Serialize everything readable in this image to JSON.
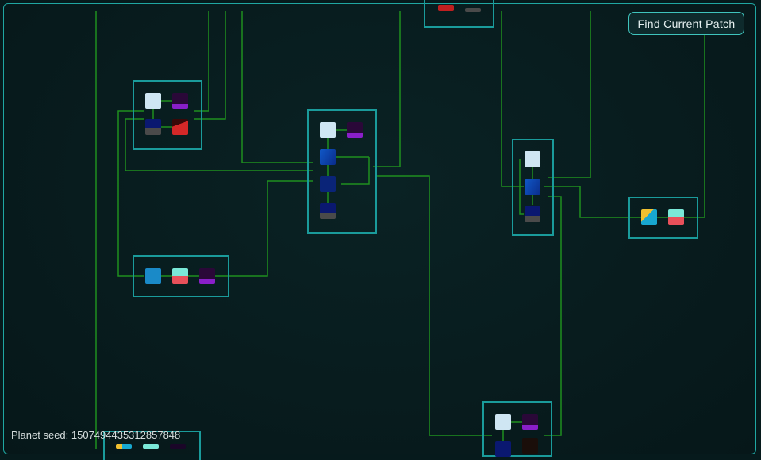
{
  "buttons": {
    "find_current_patch": "Find Current Patch"
  },
  "footer": {
    "planet_seed": "Planet seed: 1507494435312857848"
  },
  "colors": {
    "frame": "#1fa7a2",
    "patch_border": "#1a9b9b",
    "connection": "#1f8f1f",
    "background": "#061a1c"
  },
  "patches": [
    {
      "name": "patch-a",
      "icons": [
        "ice-shelf-icon",
        "vents-icon",
        "ocean-icon",
        "volcanic-icon"
      ]
    },
    {
      "name": "patch-b",
      "icons": [
        "ice-shelf-icon",
        "vents-icon",
        "epipelagic-icon",
        "mesopelagic-icon",
        "bathypelagic-icon"
      ]
    },
    {
      "name": "patch-c",
      "icons": [
        "tidepool-icon",
        "estuary-icon",
        "vents-icon"
      ]
    },
    {
      "name": "patch-d",
      "icons": [
        "ice-shelf-icon",
        "epipelagic-icon",
        "bathypelagic-icon"
      ]
    },
    {
      "name": "patch-e",
      "icons": [
        "coastal-icon",
        "estuary-icon"
      ]
    },
    {
      "name": "patch-f",
      "icons": [
        "ice-shelf-icon",
        "vents-icon",
        "ocean-icon",
        "cave-icon"
      ]
    }
  ]
}
